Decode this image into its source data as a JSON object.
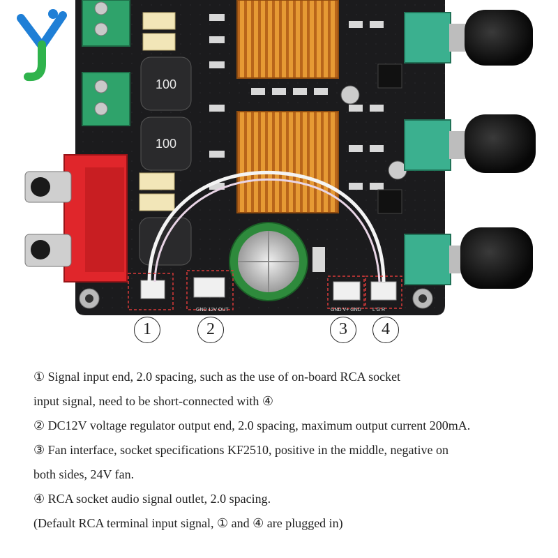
{
  "callouts": [
    "1",
    "2",
    "3",
    "4"
  ],
  "notes": [
    "① Signal input end, 2.0 spacing, such as the use of on-board RCA socket",
    "input signal, need to be short-connected with ④",
    "② DC12V voltage regulator output end, 2.0 spacing, maximum output current 200mA.",
    "③ Fan interface, socket specifications KF2510, positive in the middle, negative on",
    "both sides, 24V fan.",
    "④ RCA socket audio signal outlet, 2.0 spacing.",
    "(Default RCA terminal input signal, ① and ④ are plugged in)"
  ],
  "board_labels": {
    "inductor_1": "100",
    "inductor_2": "100",
    "connector_2_pins": "GND  12V  OUT",
    "connector_3_pins": "GND  V+  GND",
    "connector_4_pins": "L  G  R"
  },
  "colors": {
    "pcb": "#1b1b1d",
    "heatsink": "#e08a1e",
    "rca_red": "#e0262b",
    "terminal_green": "#2fa36b",
    "pot_green": "#3bb08f",
    "knob": "#141414",
    "callout_box": "#d93a3a",
    "logo_blue": "#1f7fd6",
    "logo_green": "#2fb34c"
  }
}
